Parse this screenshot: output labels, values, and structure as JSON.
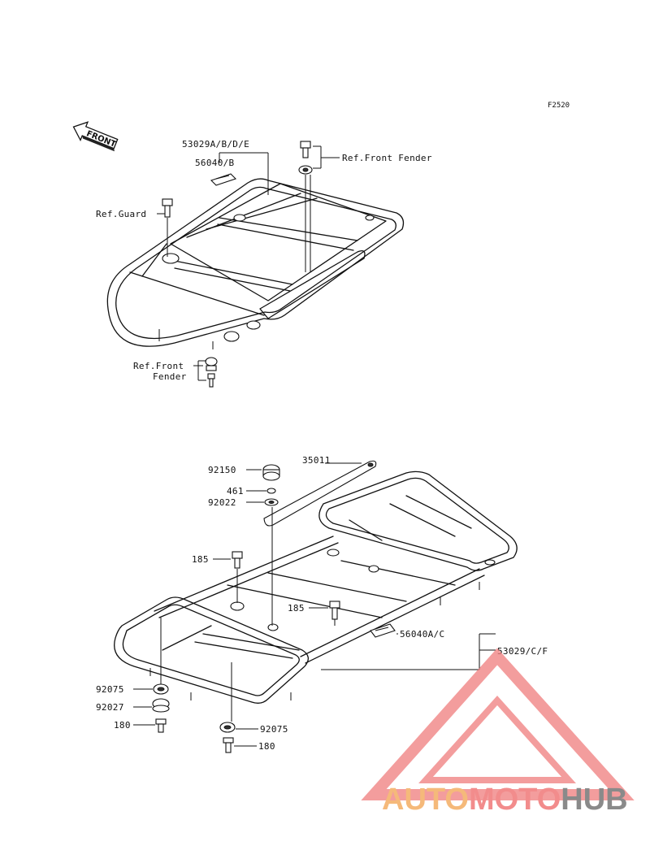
{
  "figure_code": "F2520",
  "front_arrow": {
    "label": "FRONT",
    "icon": "front-arrow-icon"
  },
  "upper_assembly": {
    "callouts": {
      "carrier_front": "53029A/B/D/E",
      "label_front": "56040/B",
      "ref_front_fender_top": "Ref.Front Fender",
      "ref_guard": "Ref.Guard",
      "ref_front_fender_bottom_line1": "Ref.Front",
      "ref_front_fender_bottom_line2": "Fender"
    }
  },
  "lower_assembly": {
    "callouts": {
      "cap": "92150",
      "bar": "35011",
      "nut_461": "461",
      "washer": "92022",
      "bolt_left": "185",
      "bolt_right": "185",
      "label_rear": "56040A/C",
      "carrier_rear": "53029/C/F",
      "damper_left": "92075",
      "collar": "92027",
      "bolt_180_left": "180",
      "damper_right": "92075",
      "bolt_180_right": "180"
    }
  },
  "watermark": {
    "text_part1": "AUTO",
    "text_part2": "MOTO",
    "text_part3": "HUB",
    "color_part1": "#f5b97a",
    "color_part2": "#f28c8c",
    "color_part3": "#8a8a8a",
    "logo_color": "#f07d7d"
  }
}
